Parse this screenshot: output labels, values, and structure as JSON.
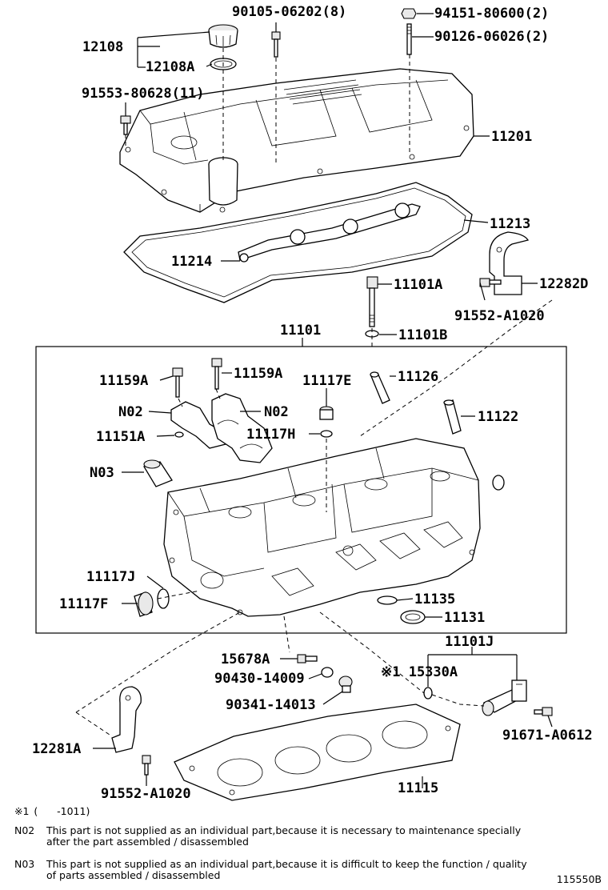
{
  "labels": {
    "p90105": "90105-06202(8)",
    "p94151": "94151-80600(2)",
    "p90126": "90126-06026(2)",
    "p12108": "12108",
    "p12108A": "12108A",
    "p91553": "91553-80628(11)",
    "p11201": "11201",
    "p11213": "11213",
    "p11214": "11214",
    "p12282D": "12282D",
    "p11101A": "11101A",
    "p91552top": "91552-A1020",
    "p11101B": "11101B",
    "p11101": "11101",
    "p11159A_1": "11159A",
    "p11159A_2": "11159A",
    "p11117E": "11117E",
    "p11126": "11126",
    "pN02_1": "N02",
    "pN02_2": "N02",
    "p11122": "11122",
    "p11151A": "11151A",
    "p11117H": "11117H",
    "pN03": "N03",
    "p11117J": "11117J",
    "p11117F": "11117F",
    "p11135": "11135",
    "p11131": "11131",
    "p11101J": "11101J",
    "p15678A": "15678A",
    "p15330A": "※1 15330A",
    "p90430": "90430-14009",
    "p90341": "90341-14013",
    "p91671": "91671-A0612",
    "p12281A": "12281A",
    "p91552bot": "91552-A1020",
    "p11115": "11115"
  },
  "notes": {
    "n1_key": "※1",
    "n1_text": "(      -1011)",
    "n2_key": "N02",
    "n2_text": "This part is not supplied as an individual part,because it is necessary to maintenance specially",
    "n2_text2": "after the part assembled / disassembled",
    "n3_key": "N03",
    "n3_text": "This part is not supplied as an individual part,because it is difficult to keep the function / quality",
    "n3_text2": "of parts assembled / disassembled",
    "figure_id": "115550B"
  }
}
